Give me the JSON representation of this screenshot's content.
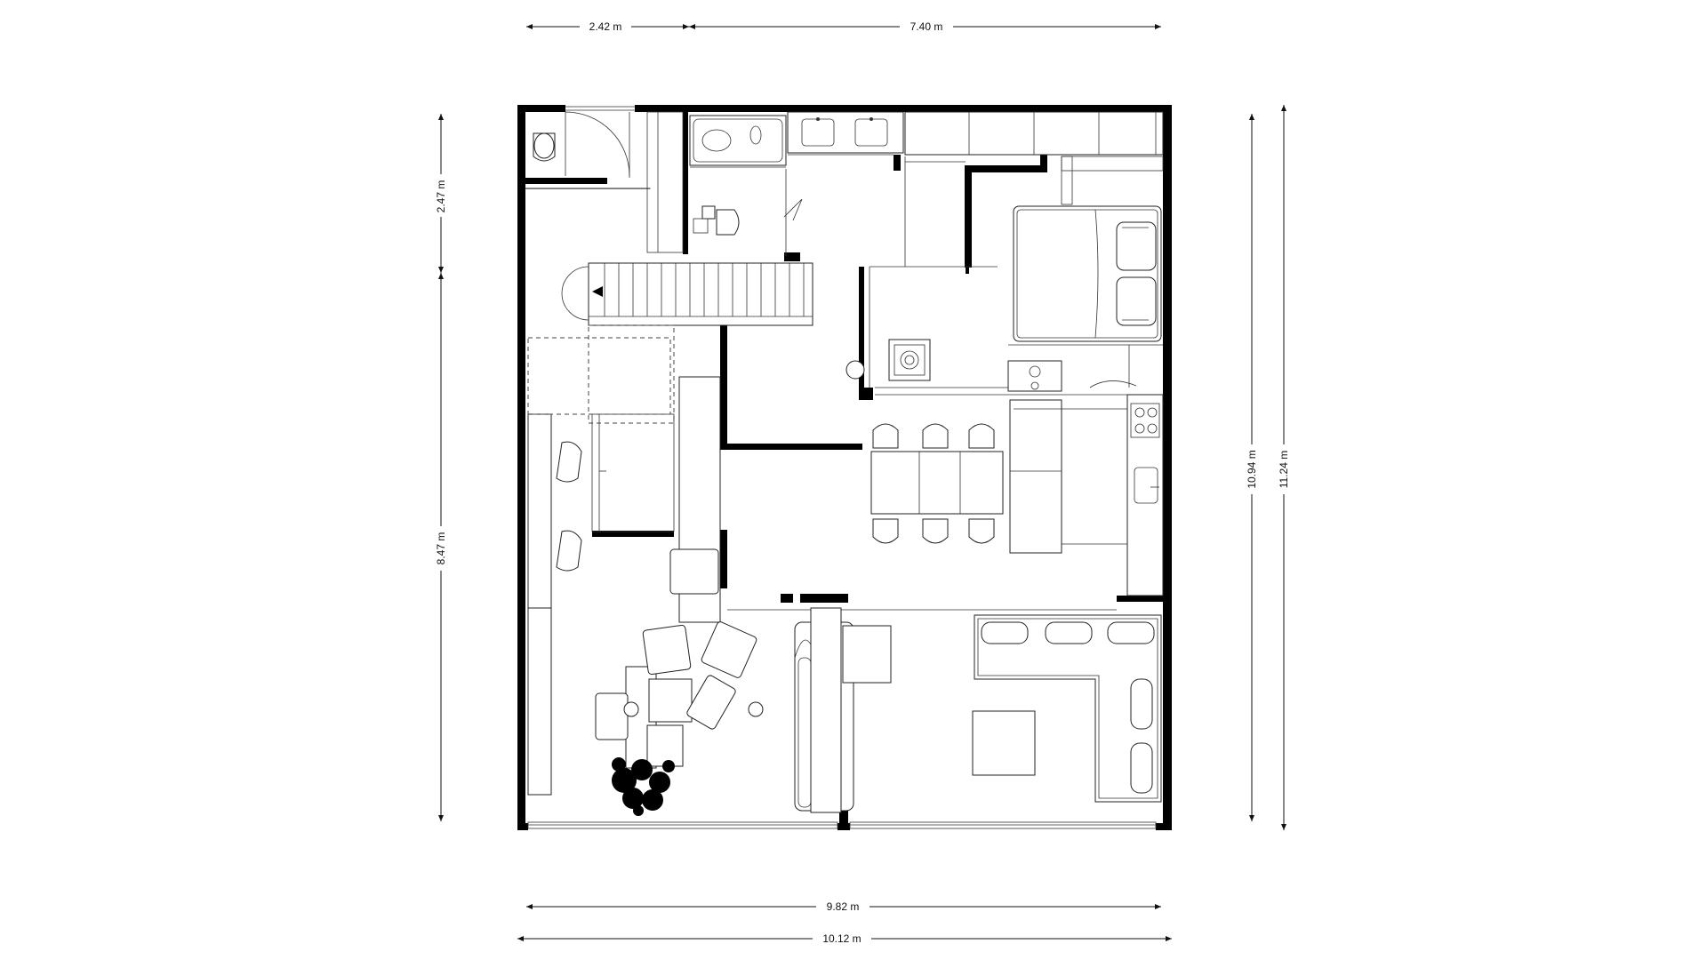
{
  "plan": {
    "dimensions": {
      "top_left": "2.42 m",
      "top_right": "7.40 m",
      "bottom_inner": "9.82 m",
      "bottom_outer": "10.12 m",
      "left_upper": "2.47 m",
      "left_lower": "8.47 m",
      "right_inner": "10.94 m",
      "right_outer": "11.24 m"
    }
  }
}
